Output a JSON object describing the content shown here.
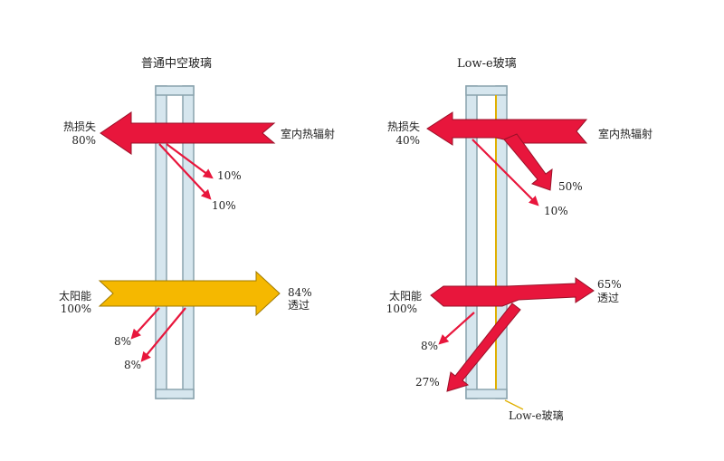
{
  "left_panel": {
    "title": "普通中空玻璃",
    "heat_loss_label": "热损失",
    "heat_loss_pct": "80%",
    "indoor_radiation": "室内热辐射",
    "reflect_1": "10%",
    "reflect_2": "10%",
    "solar_label": "太阳能",
    "solar_pct": "100%",
    "transmit_pct": "84%",
    "transmit_label": "透过",
    "solar_reflect_1": "8%",
    "solar_reflect_2": "8%"
  },
  "right_panel": {
    "title": "Low-e玻璃",
    "heat_loss_label": "热损失",
    "heat_loss_pct": "40%",
    "indoor_radiation": "室内热辐射",
    "reflect_big": "50%",
    "reflect_small": "10%",
    "solar_label": "太阳能",
    "solar_pct": "100%",
    "transmit_pct": "65%",
    "transmit_label": "透过",
    "solar_reflect_small": "8%",
    "solar_reflect_big": "27%",
    "coating_label": "Low-e玻璃"
  },
  "colors": {
    "heat_arrow": "#e8163c",
    "solar_arrow": "#f5b800",
    "glass_fill": "#d6e6ee",
    "glass_stroke": "#8aa3ad",
    "coating_line": "#e0b000"
  }
}
